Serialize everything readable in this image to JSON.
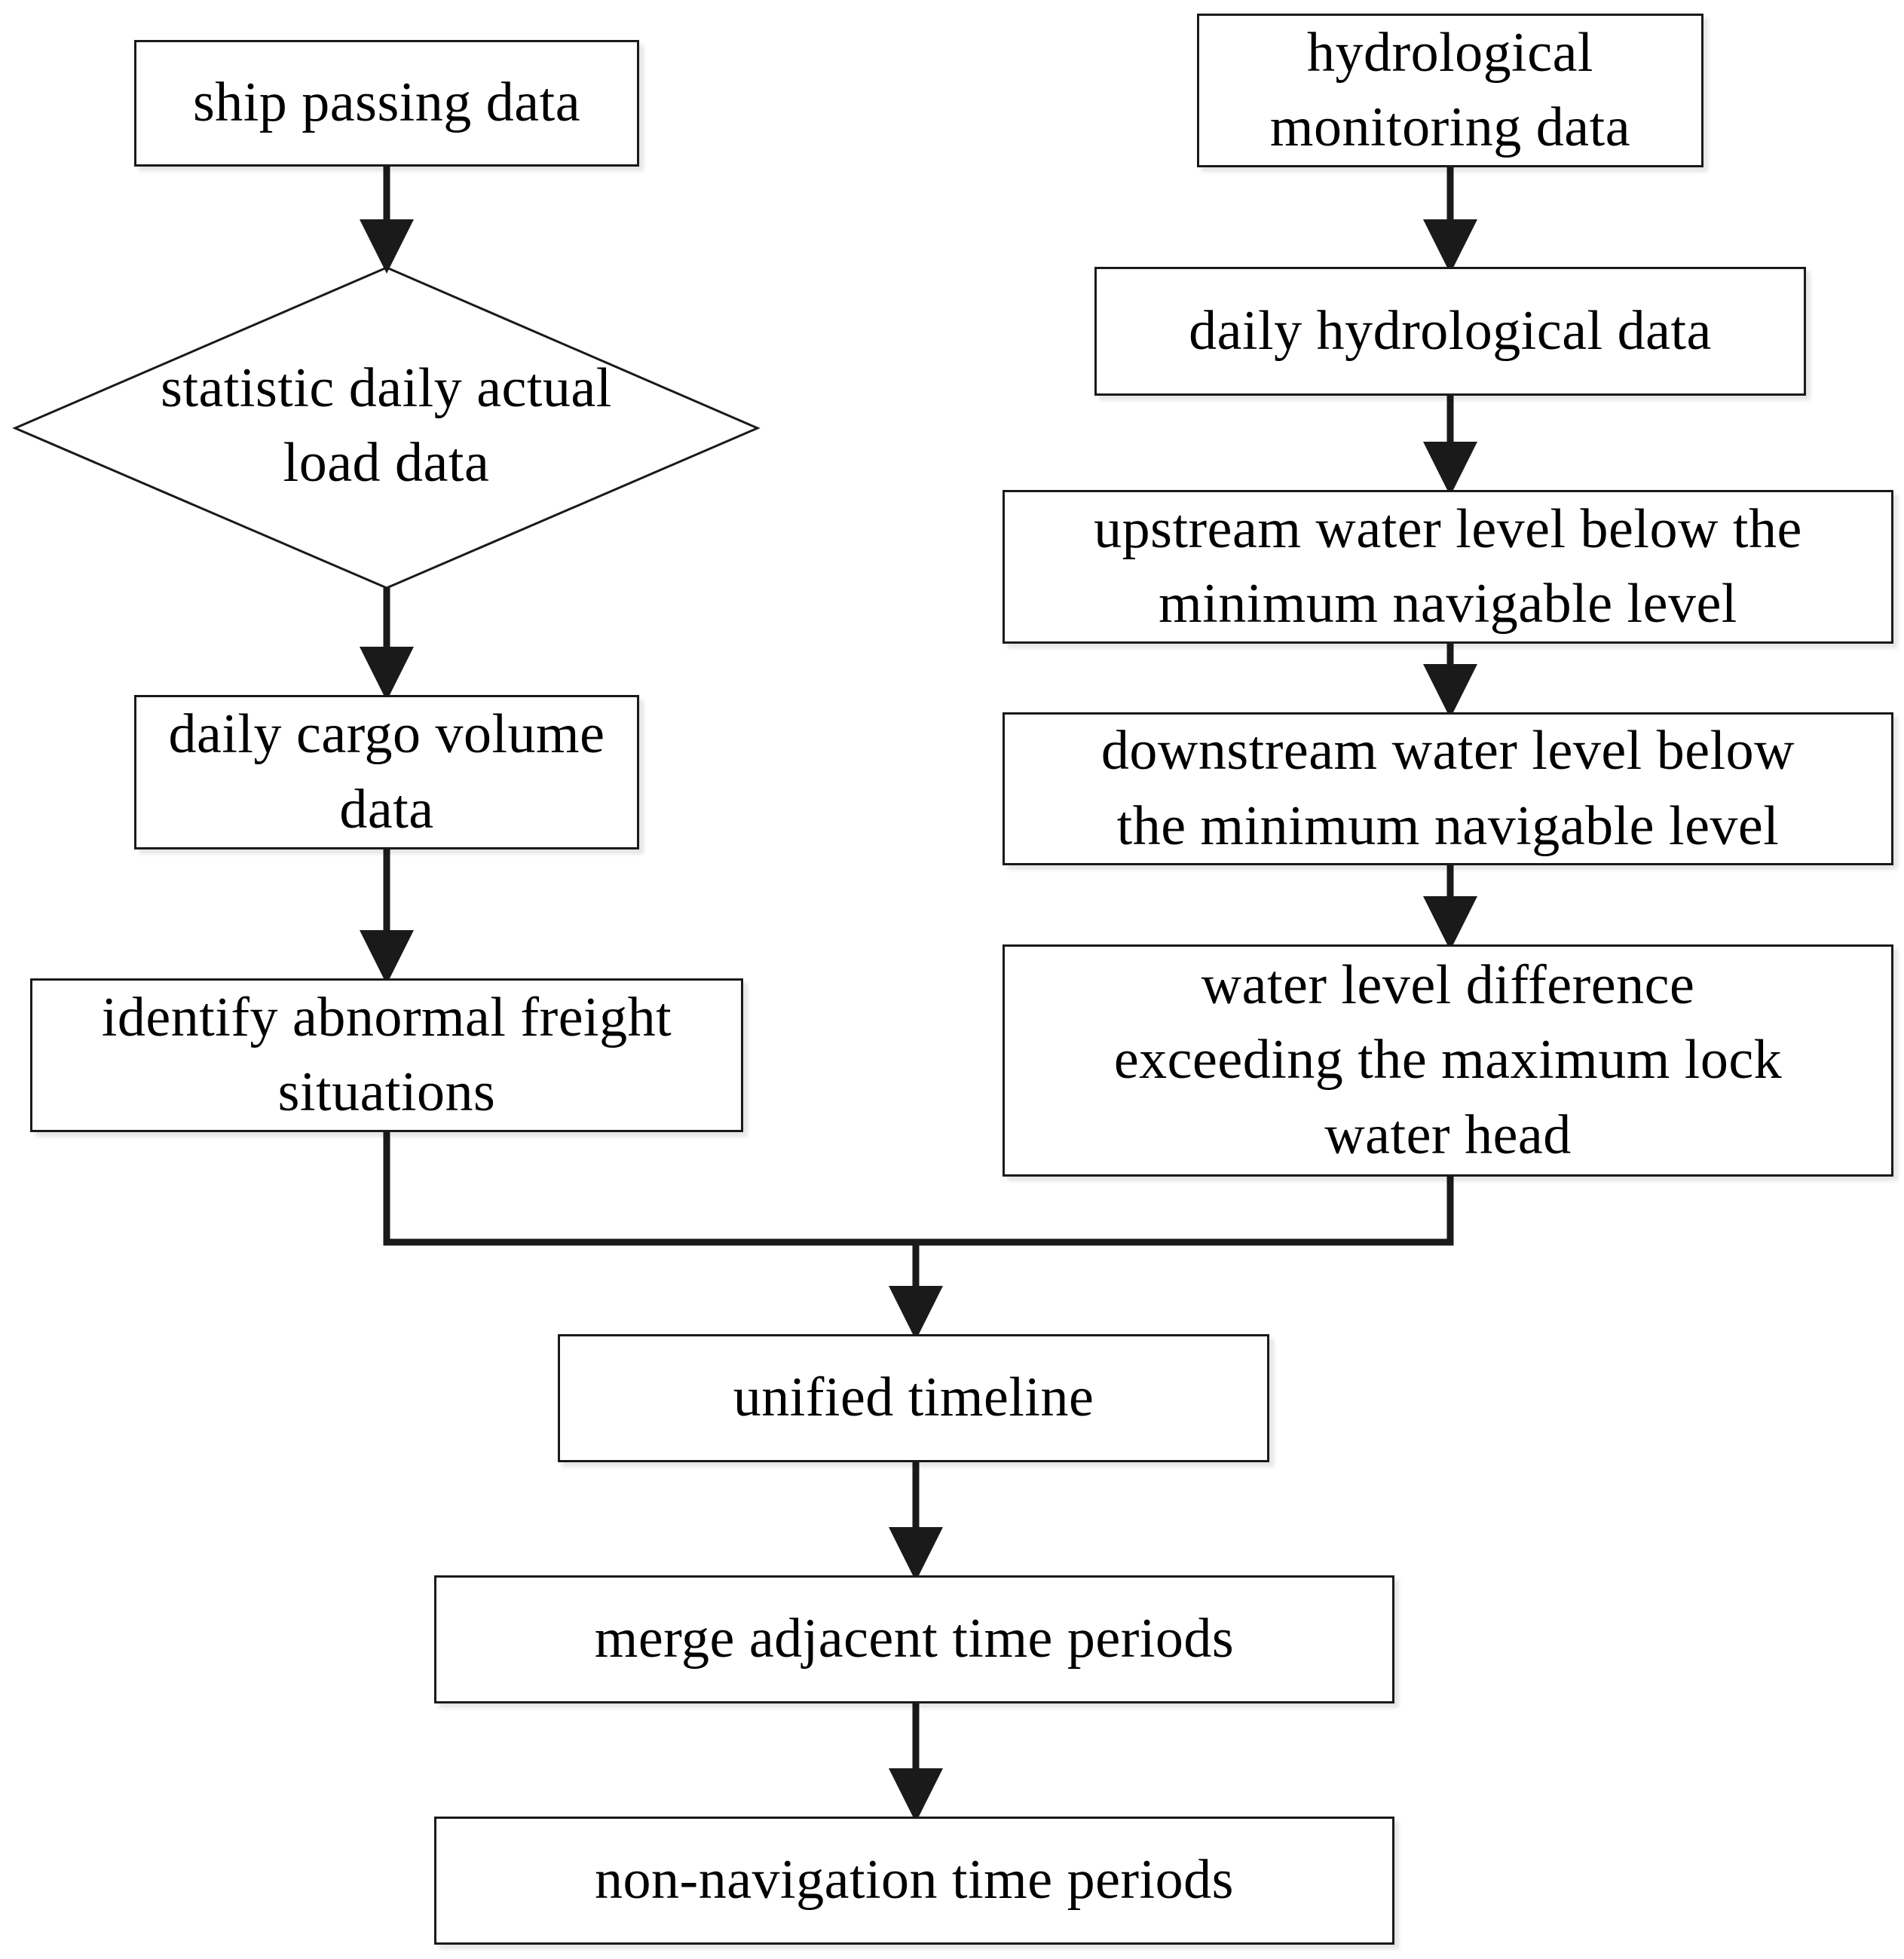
{
  "nodes": {
    "ship_passing_data": "ship passing data",
    "statistic_daily_load": "statistic daily actual\nload data",
    "daily_cargo_volume": "daily cargo volume\ndata",
    "identify_abnormal": "identify abnormal freight\nsituations",
    "hydrological_monitoring": "hydrological\nmonitoring data",
    "daily_hydrological": "daily hydrological data",
    "upstream_level": "upstream water level below the\nminimum navigable level",
    "downstream_level": "downstream water level below\nthe minimum navigable level",
    "level_difference": "water level difference\nexceeding the maximum lock\nwater head",
    "unified_timeline": "unified timeline",
    "merge_periods": "merge adjacent time periods",
    "non_navigation": "non-navigation time periods"
  },
  "edges": [
    [
      "ship_passing_data",
      "statistic_daily_load"
    ],
    [
      "statistic_daily_load",
      "daily_cargo_volume"
    ],
    [
      "daily_cargo_volume",
      "identify_abnormal"
    ],
    [
      "hydrological_monitoring",
      "daily_hydrological"
    ],
    [
      "daily_hydrological",
      "upstream_level"
    ],
    [
      "upstream_level",
      "downstream_level"
    ],
    [
      "downstream_level",
      "level_difference"
    ],
    [
      "identify_abnormal",
      "unified_timeline"
    ],
    [
      "level_difference",
      "unified_timeline"
    ],
    [
      "unified_timeline",
      "merge_periods"
    ],
    [
      "merge_periods",
      "non_navigation"
    ]
  ],
  "colors": {
    "stroke": "#1a1a1a",
    "fill": "#ffffff",
    "text": "#000000"
  }
}
